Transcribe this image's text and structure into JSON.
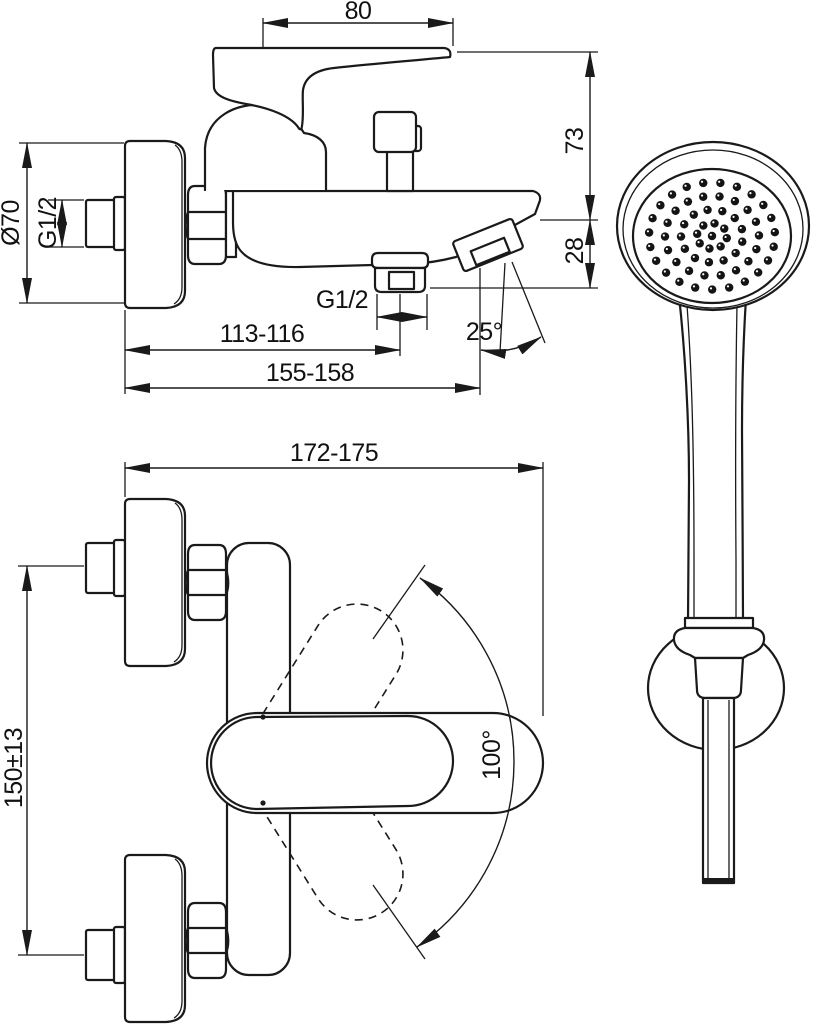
{
  "drawing": {
    "description": "Wall-mounted single-lever bath shower mixer with hand shower - dimensional drawing",
    "colors": {
      "line": "#1a1a1a",
      "text": "#111111",
      "background": "#ffffff"
    },
    "side_view": {
      "labels": {
        "lever_length": "80",
        "flange_diameter": "Ø70",
        "inlet_thread": "G1/2",
        "height_to_spout": "73",
        "spout_drop": "28",
        "outlet_thread": "G1/2",
        "wall_to_outlet": "113-116",
        "wall_to_tip": "155-158",
        "outlet_angle": "25°"
      }
    },
    "front_view": {
      "labels": {
        "overall_width": "172-175",
        "inlet_spacing": "150±13",
        "lever_swing": "100°"
      }
    }
  }
}
